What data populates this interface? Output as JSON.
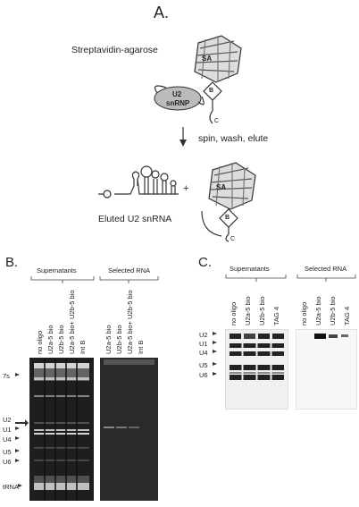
{
  "panel_a": {
    "letter": "A.",
    "matrix_label": "Streptavidin-agarose",
    "sa_label": "SA",
    "biotin_label": "B",
    "c_label": "C",
    "snrnp_label_1": "U2",
    "snrnp_label_2": "snRNP",
    "step_label": "spin, wash, elute",
    "plus": "+",
    "eluted_label": "Eluted U2 snRNA"
  },
  "panel_b": {
    "letter": "B.",
    "group_1": "Supernatants",
    "group_2": "Selected RNA",
    "lanes_sup": [
      "no oligo",
      "U2a-5 bio",
      "U2b-5 bio",
      "U2a-5 bio+ U2b-5 bio",
      "Int B"
    ],
    "lanes_sel": [
      "U2a-5 bio",
      "U2b-5 bio",
      "U2a-5 bio+ U2b-5 bio",
      "Int B"
    ],
    "markers": [
      "7s",
      "U2",
      "U1",
      "U4",
      "U5",
      "U6",
      "tRNA"
    ]
  },
  "panel_c": {
    "letter": "C.",
    "group_1": "Supernatants",
    "group_2": "Selected RNA",
    "lanes_sup": [
      "no oligo",
      "U2a-5 bio",
      "U2b-5 bio",
      "TAG 4"
    ],
    "lanes_sel": [
      "no oligo",
      "U2a-5 bio",
      "U2b-5 bio",
      "TAG 4"
    ],
    "markers": [
      "U2",
      "U1",
      "U4",
      "U5",
      "U6"
    ]
  }
}
